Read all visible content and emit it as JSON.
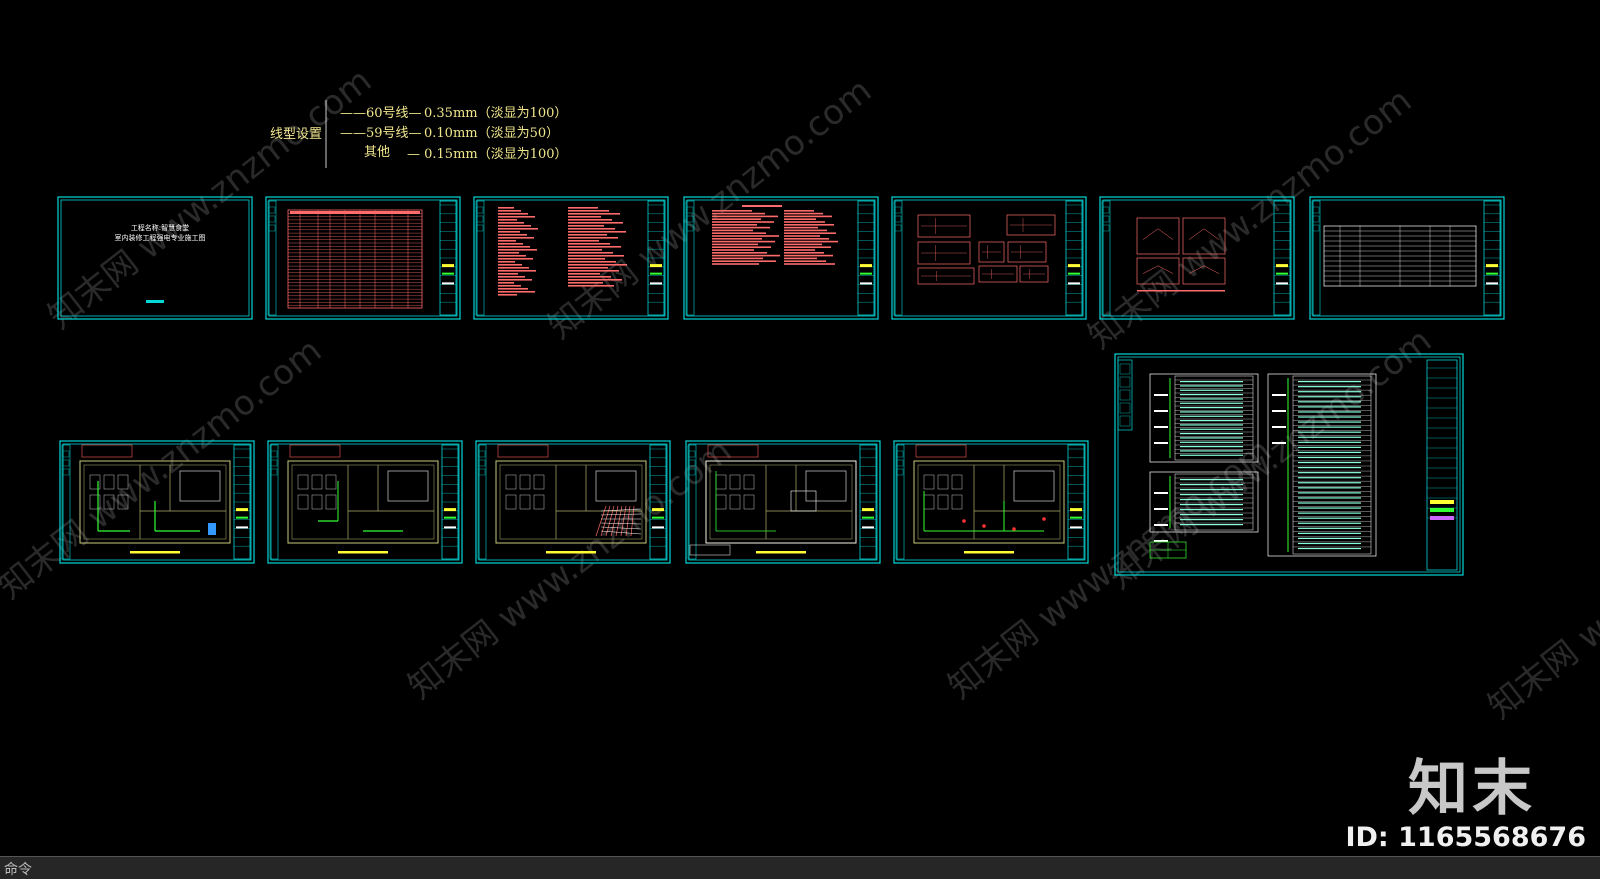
{
  "legend": {
    "title": "线型设置",
    "rows": [
      {
        "prefix": "——60号线—",
        "value": "0.35mm（淡显为100）"
      },
      {
        "prefix": "——59号线—",
        "value": "0.10mm（淡显为50）"
      },
      {
        "prefix": "其他",
        "value": "— 0.15mm（淡显为100）"
      }
    ]
  },
  "cover_sheet": {
    "line1": "工程名称:智慧食堂",
    "line2": "室内装修工程强电专业施工图"
  },
  "watermark": {
    "brand": "知末",
    "id": "ID: 1165568676",
    "text": "知末网 www.znzmo.com"
  },
  "command_line": {
    "prompt": "命令"
  },
  "colors": {
    "background": "#000000",
    "frame": "#00d7d7",
    "table_red": "#ff6a6a",
    "legend_text": "#f0e68c",
    "green": "#33ff33",
    "white": "#ffffff"
  }
}
